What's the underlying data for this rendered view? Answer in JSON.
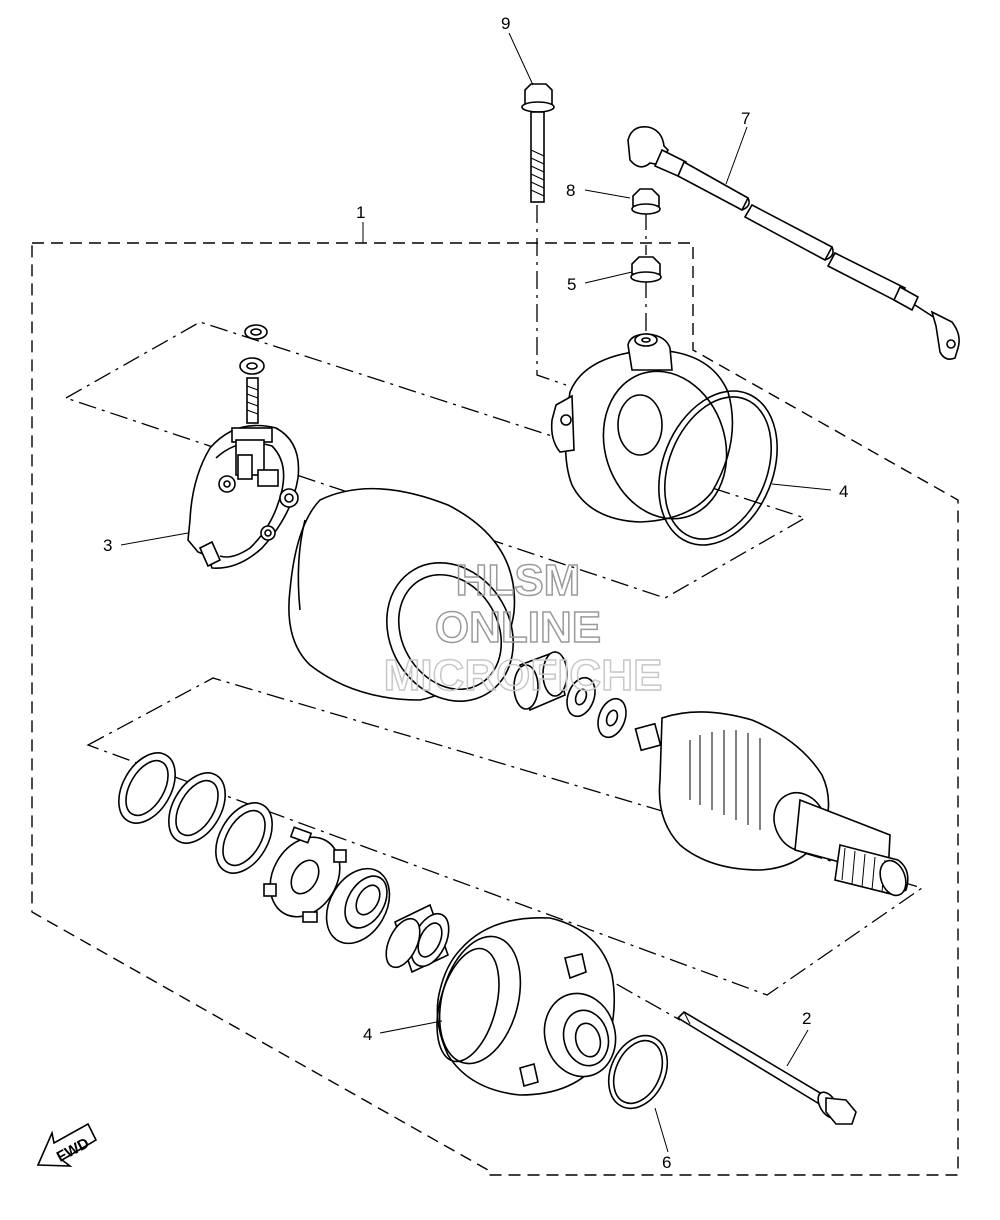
{
  "callouts": {
    "c1": "1",
    "c2": "2",
    "c3": "3",
    "c4a": "4",
    "c4b": "4",
    "c5": "5",
    "c6": "6",
    "c7": "7",
    "c8": "8",
    "c9": "9"
  },
  "watermark": {
    "line1": "HLSM",
    "line2": "ONLINE",
    "line3": "MICROFICHE"
  },
  "direction_marker": {
    "label": "FWD",
    "icon": "fwd-arrow-icon"
  },
  "colors": {
    "line": "#000000",
    "watermark": "#9a9a9a",
    "background": "#ffffff"
  }
}
